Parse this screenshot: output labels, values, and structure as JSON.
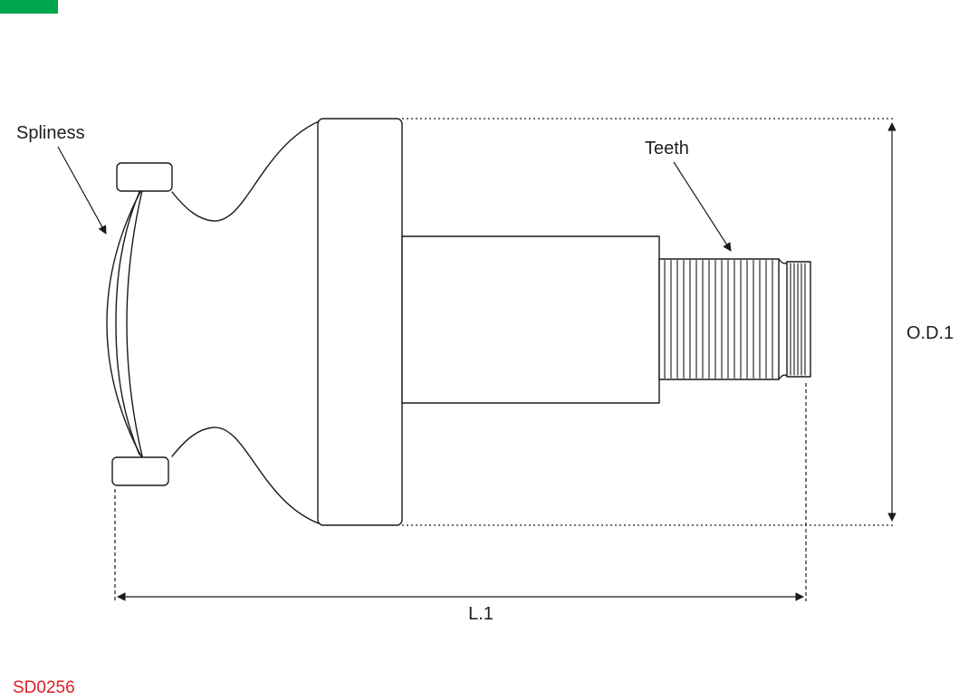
{
  "part": {
    "code": "SD0256"
  },
  "labels": {
    "spliness": "Spliness",
    "teeth": "Teeth",
    "od1": "O.D.1",
    "l1": "L.1"
  },
  "colors": {
    "line": "#1a1a1a",
    "label_text": "#1f1f1f",
    "part_code_red": "#dd1f26",
    "corner_green": "#00a64f",
    "background": "#ffffff"
  }
}
